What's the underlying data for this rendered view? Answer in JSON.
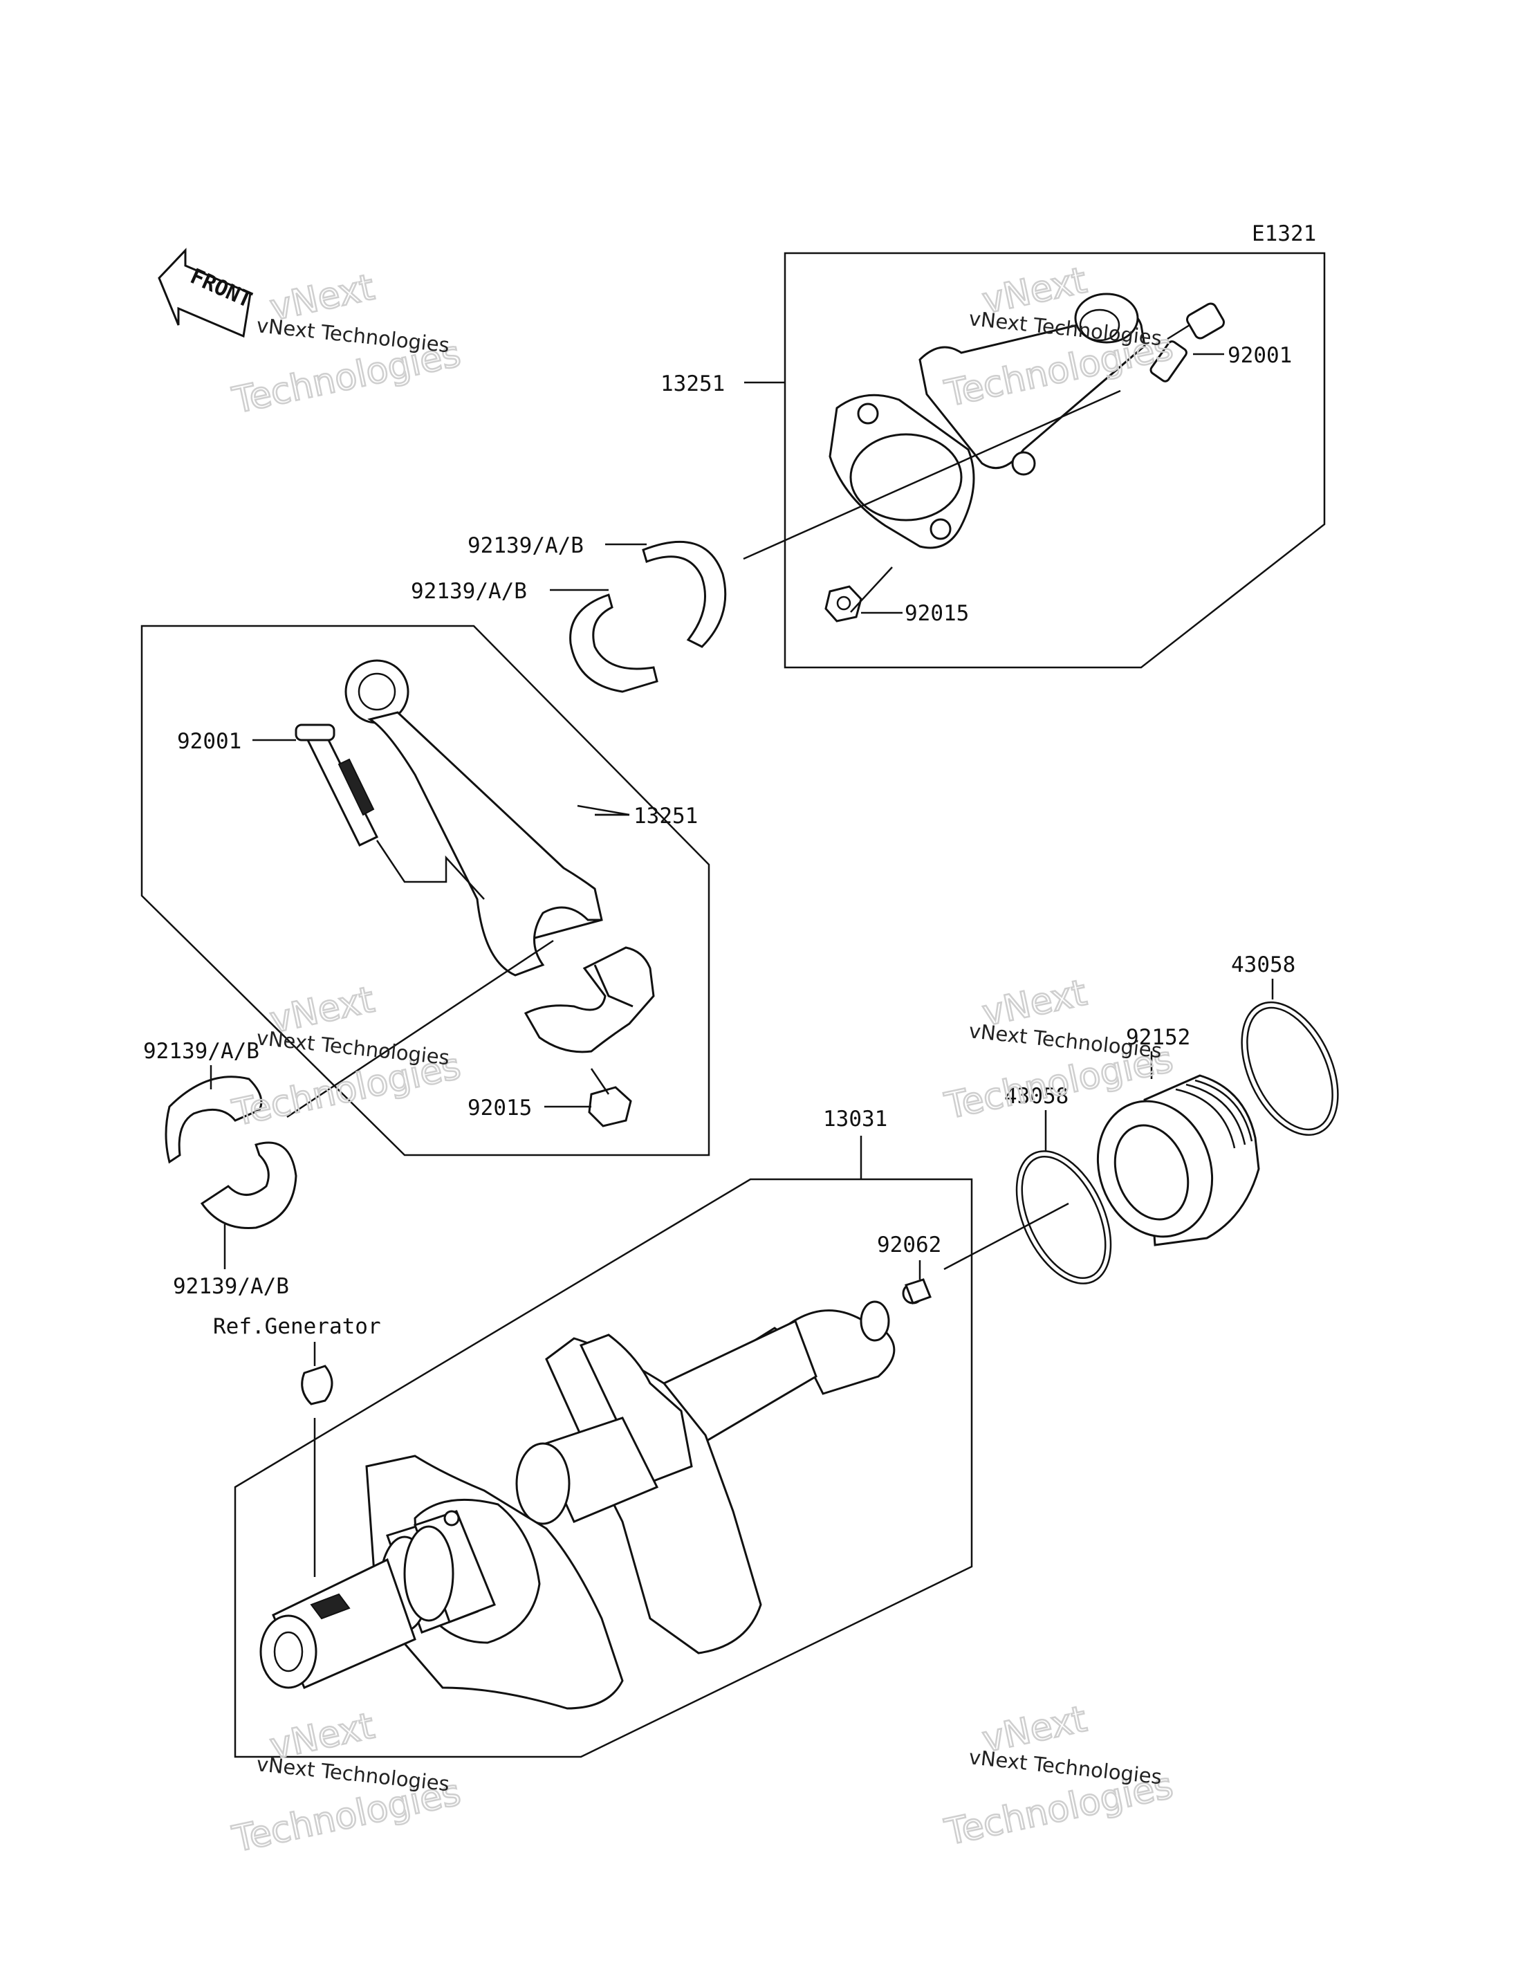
{
  "diagram_code": "E1321",
  "front_label": "FRONT",
  "parts": {
    "conrod_upper": "13251",
    "bolt_upper": "92001",
    "nut_upper": "92015",
    "bearing_upper_a": "92139/A/B",
    "bearing_upper_b": "92139/A/B",
    "bolt_lower": "92001",
    "conrod_lower": "13251",
    "bearing_lower_a": "92139/A/B",
    "bearing_lower_b": "92139/A/B",
    "nut_lower": "92015",
    "crankshaft": "13031",
    "plug": "92062",
    "ring_outer": "43058",
    "seal": "92152",
    "ring_inner": "43058",
    "ref_generator": "Ref.Generator"
  },
  "watermark": {
    "line1": "vNext",
    "line2": "vNext Technologies",
    "line3": "Technologies"
  }
}
